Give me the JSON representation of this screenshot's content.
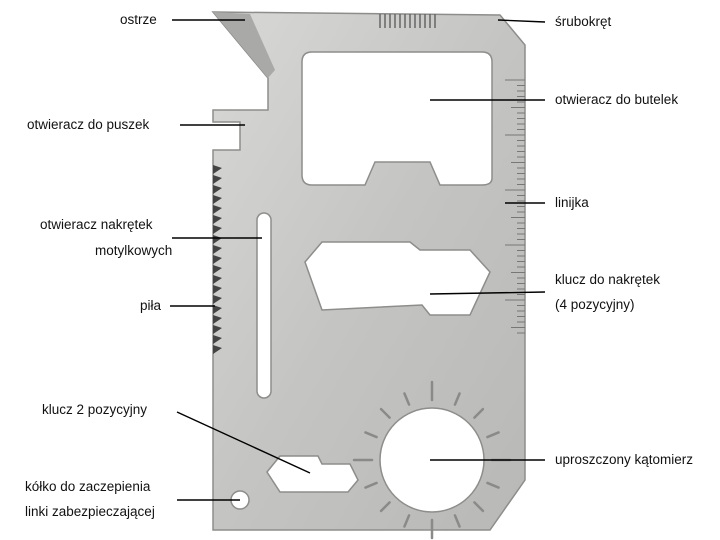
{
  "colors": {
    "card": "#c9c9c7",
    "card_edge": "#8d8d8b",
    "cutout": "#ffffff",
    "leader": "#000000"
  },
  "labels": {
    "blade": "ostrze",
    "screwdriver": "śrubokręt",
    "bottle_opener": "otwieracz do butelek",
    "can_opener": "otwieracz do puszek",
    "ruler": "linijka",
    "wingnut_opener_1": "otwieracz nakrętek",
    "wingnut_opener_2": "motylkowych",
    "wrench4_1": "klucz do nakrętek",
    "wrench4_2": "(4 pozycyjny)",
    "saw": "piła",
    "wrench2": "klucz 2 pozycyjny",
    "protractor": "uproszczony kątomierz",
    "lanyard_hole_1": "kółko do zaczepienia",
    "lanyard_hole_2": "linki zabezpieczającej"
  }
}
